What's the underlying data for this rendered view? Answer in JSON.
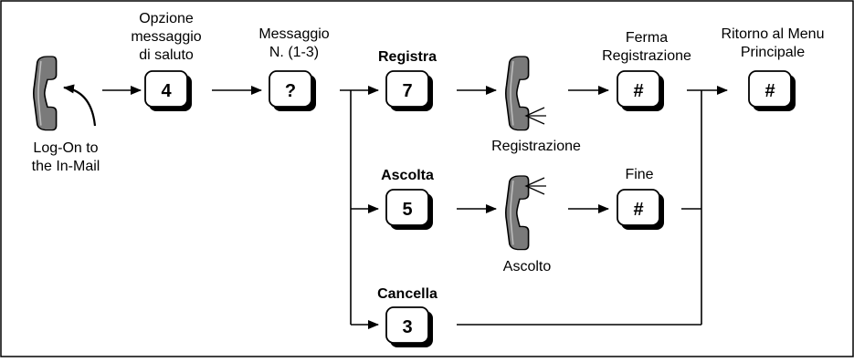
{
  "diagram": {
    "phone_start": {
      "label_lines": [
        "Log-On to",
        "the In-Mail"
      ]
    },
    "keys": {
      "greeting_option": {
        "label_lines": [
          "Opzione",
          "messaggio",
          "di saluto"
        ],
        "key": "4"
      },
      "message_number": {
        "label_lines": [
          "Messaggio",
          "N. (1-3)"
        ],
        "key": "?"
      },
      "record": {
        "label": "Registra",
        "key": "7"
      },
      "stop_record": {
        "label_lines": [
          "Ferma",
          "Registrazione"
        ],
        "key": "#"
      },
      "main_menu": {
        "label_lines": [
          "Ritorno al Menu",
          "Principale"
        ],
        "key": "#"
      },
      "listen": {
        "label": "Ascolta",
        "key": "5"
      },
      "end": {
        "label": "Fine",
        "key": "#"
      },
      "delete": {
        "label": "Cancella",
        "key": "3"
      }
    },
    "phone_record": {
      "label": "Registrazione"
    },
    "phone_listen": {
      "label": "Ascolto"
    }
  }
}
